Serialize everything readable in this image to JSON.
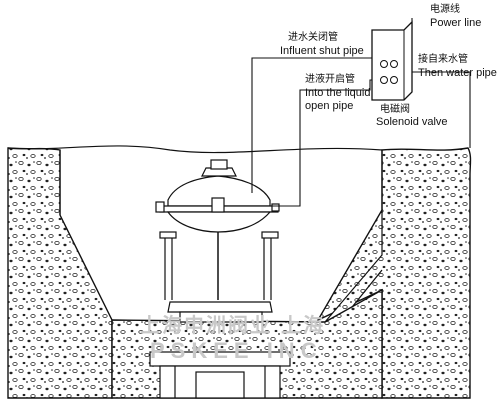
{
  "labels": {
    "power_line_cn": "电源线",
    "power_line_en": "Power line",
    "influent_shut_cn": "进水关闭管",
    "influent_shut_en": "Influent shut pipe",
    "water_pipe_cn": "接自来水管",
    "water_pipe_en": "Then water pipe",
    "liquid_open_cn": "进液开启管",
    "liquid_open_en_1": "Into the liquid",
    "liquid_open_en_2": "open pipe",
    "solenoid_cn": "电磁阀",
    "solenoid_en": "Solenoid valve"
  },
  "watermark": {
    "line1": "上海申洲阀业  上海",
    "line2": "PSKEE INC"
  },
  "colors": {
    "line": "#111111",
    "concrete_fill": "#ffffff",
    "watermark": "#c8c8c8"
  }
}
